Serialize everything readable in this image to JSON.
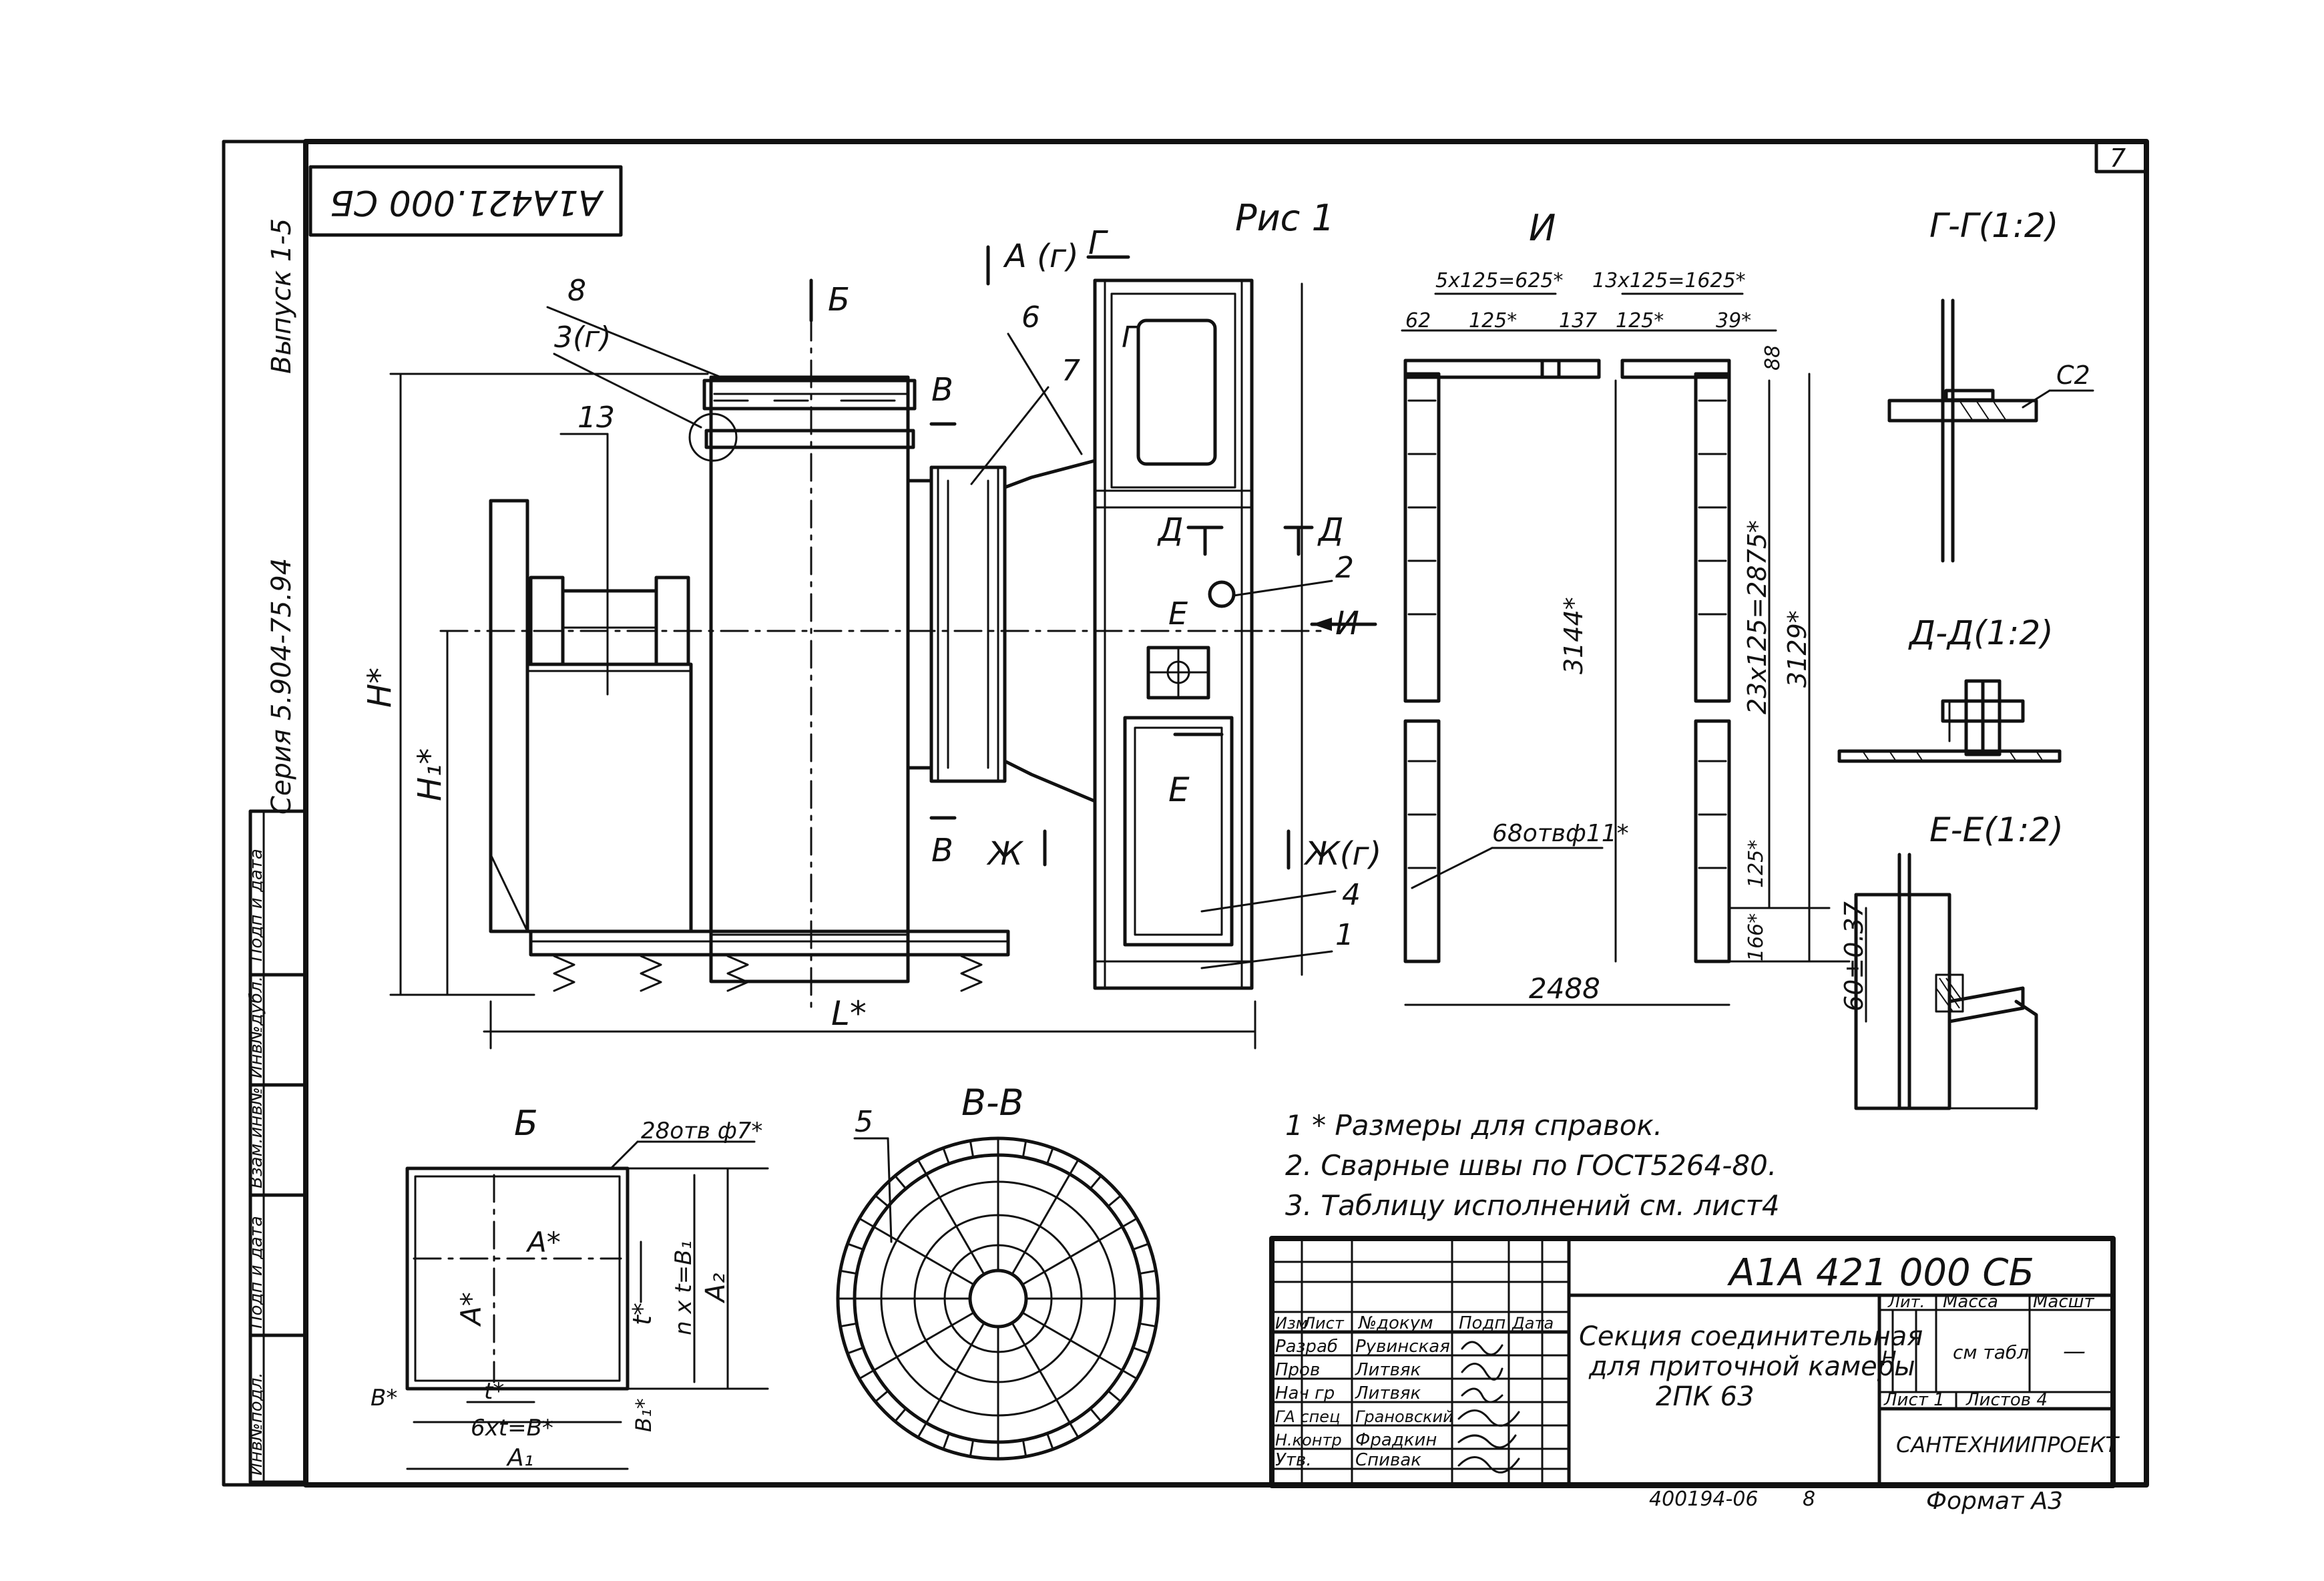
{
  "sheet": {
    "page_number": "7",
    "stamp_code": "А1А421.000 СБ",
    "vertical_issue": "Выпуск 1-5",
    "vertical_series": "Серия 5.904-75.94"
  },
  "side_strip": {
    "cells": [
      "Подп и дата",
      "Инв№дубл.",
      "Взам.инв№",
      "Подп и дата",
      "Инв№подл."
    ]
  },
  "fig1": {
    "title": "Рис 1",
    "labels": {
      "a_view": "А (г)",
      "g_mark": "Г",
      "b_mark": "Б",
      "v_mark_top": "В",
      "v_mark_bot": "В",
      "zh_mark": "Ж",
      "zh_view": "Ж(г)",
      "d_left": "Д",
      "d_right": "Д",
      "e_mark": "Е",
      "e_mark2": "Е",
      "g_inner": "Г",
      "i_arrow": "И"
    },
    "callouts": [
      "8",
      "3(г)",
      "13",
      "6",
      "7",
      "2",
      "4",
      "1"
    ],
    "dims": {
      "height": "H*",
      "height1": "H₁*",
      "length": "L*"
    }
  },
  "view_i": {
    "title": "И",
    "top_dims": [
      "5x125=625*",
      "13x125=1625*",
      "62",
      "125*",
      "137",
      "125*",
      "39*",
      "88"
    ],
    "side_dims": [
      "3144*",
      "23x125=2875*",
      "3129*",
      "125*",
      "166*",
      "60±0.37"
    ],
    "holes": "68отвф11*",
    "bottom_dim": "2488"
  },
  "sections": {
    "g_g": {
      "title": "Г-Г(1:2)",
      "weld": "С2"
    },
    "d_d": {
      "title": "Д-Д(1:2)"
    },
    "e_e": {
      "title": "Е-Е(1:2)"
    }
  },
  "view_b": {
    "title": "Б",
    "labels": [
      "28отв ф7*",
      "А*",
      "А*",
      "t*",
      "n x t=B₁",
      "A₂",
      "B*",
      "t*",
      "6xt=B*",
      "B₁*",
      "A₁"
    ]
  },
  "view_vv": {
    "title": "В-В",
    "callout": "5"
  },
  "notes": [
    "1 * Размеры для справок.",
    "2. Сварные швы по ГОСТ5264-80.",
    "3. Таблицу исполнений см. лист4"
  ],
  "title_block": {
    "doc_code": "А1А 421 000 СБ",
    "title_line1": "Секция соединительная",
    "title_line2": "для приточной камеры",
    "title_line3": "2ПК 63",
    "col_headers": [
      "Изм",
      "Лист",
      "№докум",
      "Подп",
      "Дата"
    ],
    "rows": [
      {
        "role": "Разраб",
        "name": "Рувинская"
      },
      {
        "role": "Пров",
        "name": "Литвяк"
      },
      {
        "role": "Нач гр",
        "name": "Литвяк"
      },
      {
        "role": "ГА спец",
        "name": "Грановский"
      },
      {
        "role": "Н.контр",
        "name": "Фрадкин"
      },
      {
        "role": "Утв.",
        "name": "Спивак"
      }
    ],
    "lit_header": "Лит.",
    "mass_header": "Масса",
    "scale_header": "Масшт",
    "lit_value": "Н",
    "mass_value": "см табл",
    "scale_value": "—",
    "sheet_label": "Лист 1",
    "sheets_label": "Листов 4",
    "organization": "САНТЕХНИИПРОЕКТ"
  },
  "footer": {
    "number": "400194-06",
    "page": "8",
    "format": "Формат А3"
  }
}
